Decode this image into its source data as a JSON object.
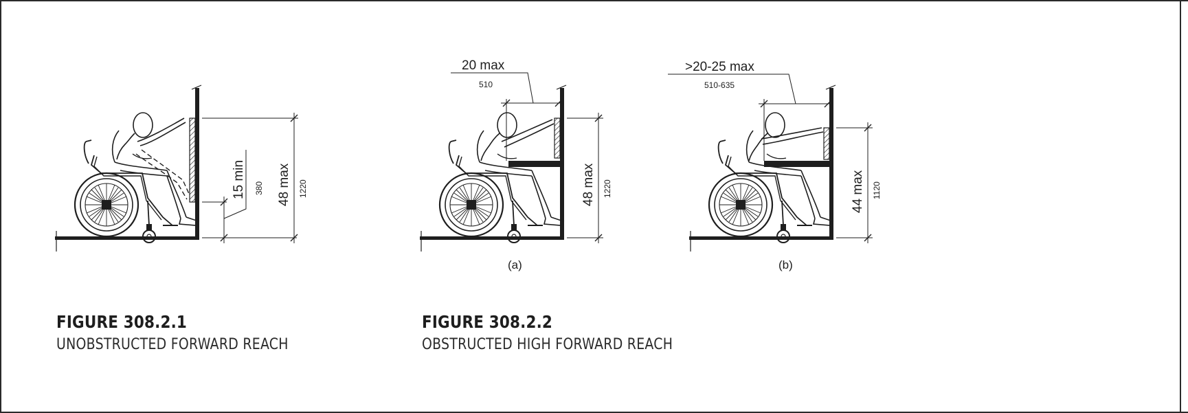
{
  "figure1": {
    "number": "FIGURE 308.2.1",
    "title": "UNOBSTRUCTED FORWARD REACH",
    "dim_low": "15 min",
    "dim_low_mm": "380",
    "dim_high": "48 max",
    "dim_high_mm": "1220"
  },
  "figure2": {
    "number": "FIGURE 308.2.2",
    "title": "OBSTRUCTED HIGH FORWARD REACH",
    "a": {
      "label": "(a)",
      "depth": "20 max",
      "depth_mm": "510",
      "height": "48 max",
      "height_mm": "1220"
    },
    "b": {
      "label": "(b)",
      "depth": ">20-25 max",
      "depth_mm": "510-635",
      "height": "44 max",
      "height_mm": "1120"
    }
  }
}
